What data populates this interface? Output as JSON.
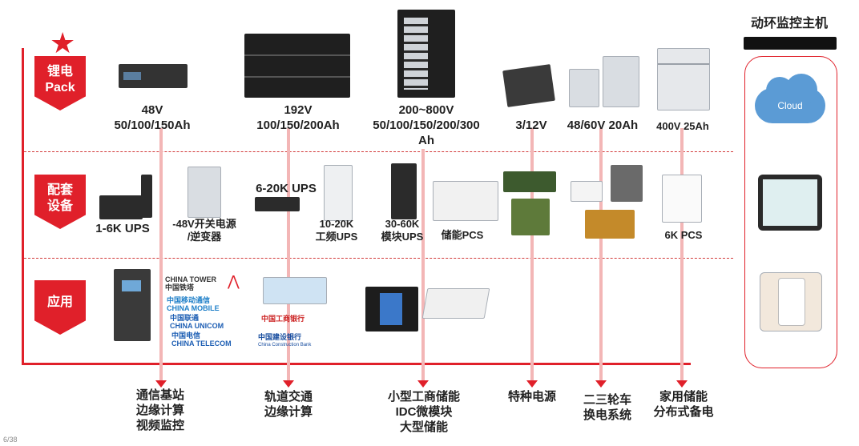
{
  "rows": {
    "lithium_pack": "锂电\nPack",
    "matching_equipment": "配套\n设备",
    "application": "应用"
  },
  "battery_specs": [
    {
      "voltage": "48V",
      "capacity": "50/100/150Ah"
    },
    {
      "voltage": "192V",
      "capacity": "100/150/200Ah"
    },
    {
      "voltage": "200~800V",
      "capacity": "50/100/150/200/300",
      "capacity_cont": "Ah"
    },
    {
      "voltage": "3/12V"
    },
    {
      "voltage": "48/60V  20Ah"
    },
    {
      "voltage": "400V 25Ah"
    }
  ],
  "equipment_labels": {
    "ups_small": "1-6K UPS",
    "power_inverter_1": "-48V开关电源",
    "power_inverter_2": "/逆变器",
    "ups_medium": "6-20K UPS",
    "ups_freq_1": "10-20K",
    "ups_freq_2": "工频UPS",
    "ups_module_1": "30-60K",
    "ups_module_2": "模块UPS",
    "pcs": "储能PCS",
    "pcs_small": "6K PCS"
  },
  "applications": [
    {
      "lines": [
        "通信基站",
        "边缘计算",
        "视频监控"
      ]
    },
    {
      "lines": [
        "轨道交通",
        "边缘计算"
      ]
    },
    {
      "lines": [
        "小型工商储能",
        "IDC微模块",
        "大型储能"
      ]
    },
    {
      "lines": [
        "特种电源"
      ]
    },
    {
      "lines": [
        "二三轮车",
        "换电系统"
      ]
    },
    {
      "lines": [
        "家用储能",
        "分布式备电"
      ]
    }
  ],
  "logos": {
    "china_tower": "CHINA TOWER",
    "china_tower_cn": "中国铁塔",
    "china_mobile": "中国移动通信",
    "china_mobile_en": "CHINA MOBILE",
    "china_unicom": "中国联通",
    "china_unicom_en": "CHINA UNICOM",
    "china_telecom": "中国电信",
    "china_telecom_en": "CHINA TELECOM",
    "icbc": "中国工商银行",
    "ccb": "中国建设银行",
    "ccb_en": "China Construction Bank"
  },
  "monitor": {
    "title": "动环监控主机",
    "cloud": "Cloud"
  },
  "page_number": "6/38",
  "colors": {
    "accent": "#e0202a",
    "guide": "#f3b6b6",
    "cloud": "#5b9bd5"
  }
}
